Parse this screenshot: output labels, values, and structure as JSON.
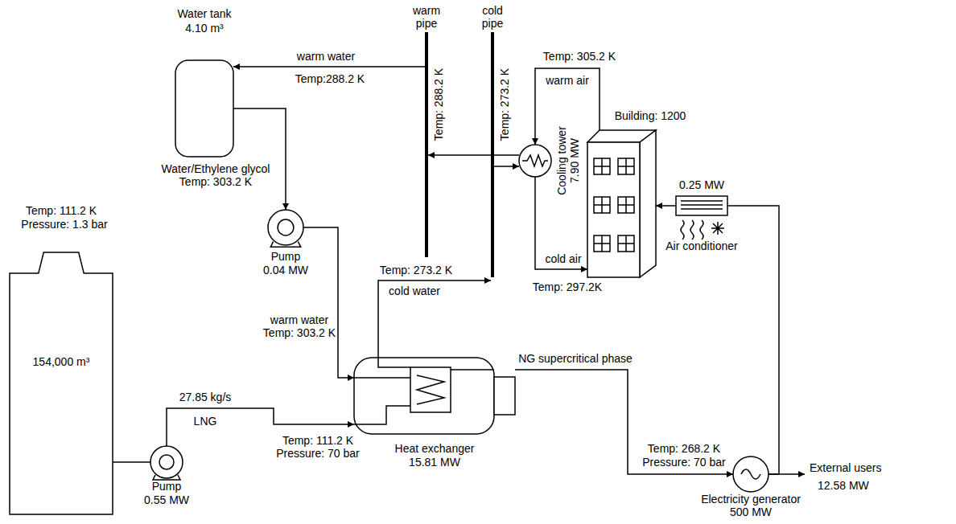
{
  "diagram": {
    "nodes": [
      {
        "text": [
          "Water tank",
          "4.10 m³"
        ]
      },
      {
        "text": [
          "warm pipe"
        ]
      },
      {
        "text": [
          "cold pipe"
        ]
      },
      {
        "text": [
          "Cooling tower",
          "7.90 MW"
        ]
      },
      {
        "text": [
          "Building: 1200"
        ]
      },
      {
        "text": [
          "0.25 MW",
          "Air conditioner"
        ]
      },
      {
        "text": [
          "Pump",
          "0.04 MW"
        ]
      },
      {
        "text": [
          "154,000 m³"
        ]
      },
      {
        "text": [
          "Pump",
          "0.55 MW"
        ]
      },
      {
        "text": [
          "Heat exchanger",
          "15.81 MW"
        ]
      },
      {
        "text": [
          "Electricity generator",
          "500 MW"
        ]
      }
    ],
    "edges": [
      {
        "from": 1,
        "to": 0,
        "arrow": "to",
        "label": "warm water"
      },
      {
        "from": 0,
        "to": 6,
        "arrow": "to"
      },
      {
        "from": 6,
        "to": 9,
        "arrow": "to",
        "label": "warm water"
      },
      {
        "from": 9,
        "to": 2,
        "arrow": "to",
        "label": "cold water"
      },
      {
        "from": 2,
        "to": 3,
        "arrow": "to"
      },
      {
        "from": 3,
        "to": 1,
        "arrow": "to"
      },
      {
        "from": 3,
        "to": 4,
        "arrow": "to",
        "label": "cold air"
      },
      {
        "from": 4,
        "to": 3,
        "arrow": "to",
        "label": "warm air"
      },
      {
        "from": 5,
        "to": 4,
        "arrow": "to"
      },
      {
        "from": 10,
        "to": 5,
        "arrow": "none"
      },
      {
        "from": 7,
        "to": 8,
        "arrow": "none"
      },
      {
        "from": 8,
        "to": 9,
        "arrow": "to",
        "label": "LNG"
      },
      {
        "from": 9,
        "to": 10,
        "arrow": "to",
        "label": "NG supercritical phase"
      }
    ],
    "labels": [
      "Temp:288.2 K",
      "Water/Ethylene glycol",
      "Temp: 303.2 K",
      "Temp: 288.2 K",
      "Temp: 273.2 K",
      "Temp: 305.2 K",
      "Temp: 297.2K",
      "Temp: 273.2 K",
      "Temp: 303.2 K",
      "Temp: 111.2 K",
      "Pressure: 1.3 bar",
      "27.85 kg/s",
      "Temp: 111.2 K",
      "Pressure: 70 bar",
      "Temp: 268.2 K",
      "Pressure: 70 bar",
      "External users",
      "12.58 MW"
    ]
  }
}
